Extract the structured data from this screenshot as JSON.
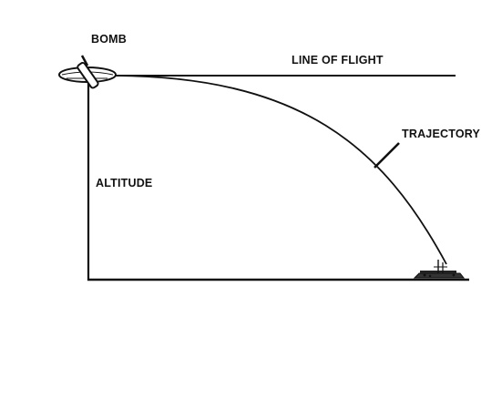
{
  "labels": {
    "bomb": "BOMB",
    "line_of_flight": "LINE OF FLIGHT",
    "trajectory": "TRAJECTORY",
    "altitude": "ALTITUDE"
  },
  "colors": {
    "ink": "#111111",
    "background": "#ffffff"
  },
  "icons": {
    "aircraft": "airship-icon",
    "target": "ship-target-icon"
  }
}
